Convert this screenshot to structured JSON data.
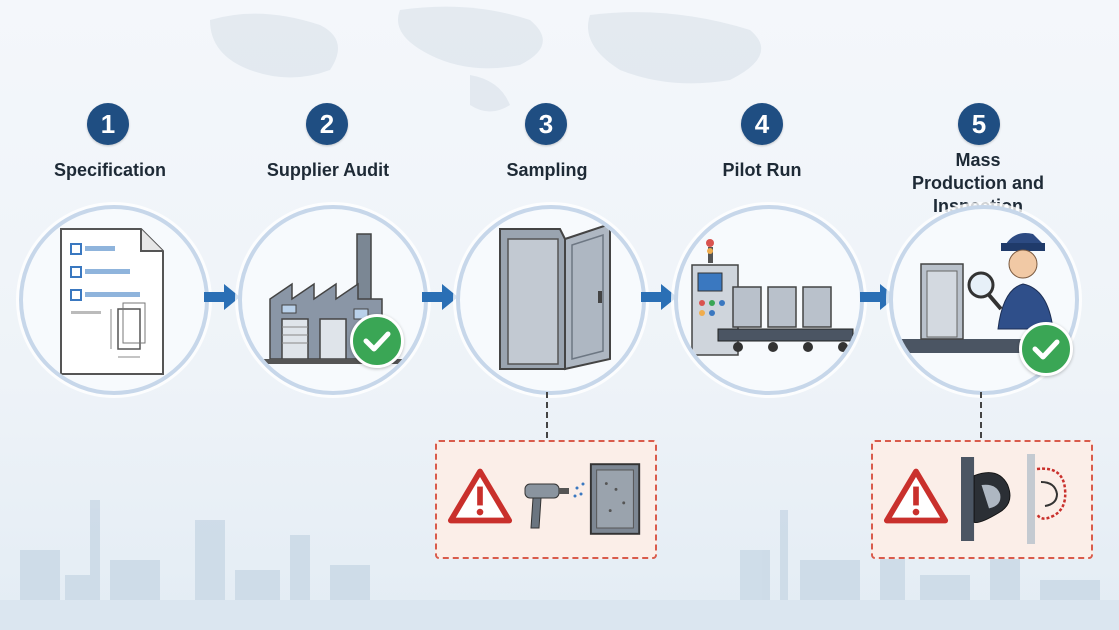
{
  "steps": [
    {
      "number": "1",
      "label": "Specification"
    },
    {
      "number": "2",
      "label": "Supplier Audit"
    },
    {
      "number": "3",
      "label": "Sampling"
    },
    {
      "number": "4",
      "label": "Pilot Run"
    },
    {
      "number": "5",
      "label": "Mass Production and Inspection"
    }
  ],
  "colors": {
    "badge": "#1f4e82",
    "arrow": "#2a6fb5",
    "check": "#3aa655",
    "warning": "#c9302c"
  }
}
